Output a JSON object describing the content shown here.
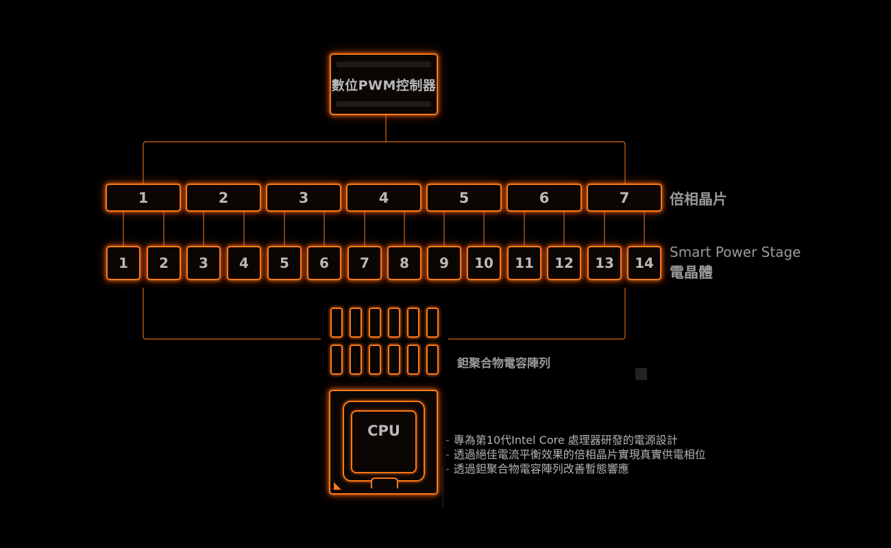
{
  "controller": {
    "label": "數位PWM控制器"
  },
  "doublers": {
    "items": [
      "1",
      "2",
      "3",
      "4",
      "5",
      "6",
      "7"
    ],
    "label": "倍相晶片"
  },
  "power_stages": {
    "items": [
      "1",
      "2",
      "3",
      "4",
      "5",
      "6",
      "7",
      "8",
      "9",
      "10",
      "11",
      "12",
      "13",
      "14"
    ],
    "label_line1": "Smart Power Stage",
    "label_line2": "電晶體"
  },
  "capacitors": {
    "label": "鉭聚合物電容陣列"
  },
  "cpu": {
    "label": "CPU"
  },
  "features": [
    "專為第10代Intel Core 處理器研發的電源設計",
    "透過絕佳電流平衡效果的倍相晶片實現真實供電相位",
    "透過鉭聚合物電容陣列改善暫態響應"
  ],
  "colors": {
    "accent": "#ff7a1a",
    "background": "#000000",
    "text": "#b9b9b9"
  }
}
